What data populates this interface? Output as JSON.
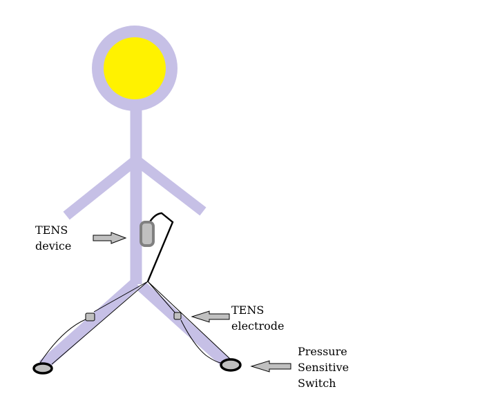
{
  "diagram": {
    "title": "TENS stick figure diagram",
    "colors": {
      "body": "#c6c0e6",
      "head_fill": "#fff200",
      "device_fill": "#c0c0c0",
      "device_border": "#808080",
      "arrow_fill": "#c0c0c0",
      "switch_fill": "#c0c0c0",
      "wire": "#000000"
    },
    "labels": {
      "tens_device": {
        "line1": "TENS",
        "line2": "device"
      },
      "tens_electrode": {
        "line1": "TENS",
        "line2": "electrode"
      },
      "pressure_switch": {
        "line1": "Pressure",
        "line2": "Sensitive",
        "line3": "Switch"
      }
    },
    "components": [
      {
        "name": "head",
        "icon": "circle"
      },
      {
        "name": "tens-device",
        "icon": "rounded-rectangle"
      },
      {
        "name": "left-electrode",
        "icon": "small-square"
      },
      {
        "name": "right-electrode",
        "icon": "small-square"
      },
      {
        "name": "left-pressure-switch",
        "icon": "ellipse"
      },
      {
        "name": "right-pressure-switch",
        "icon": "ellipse"
      }
    ]
  }
}
